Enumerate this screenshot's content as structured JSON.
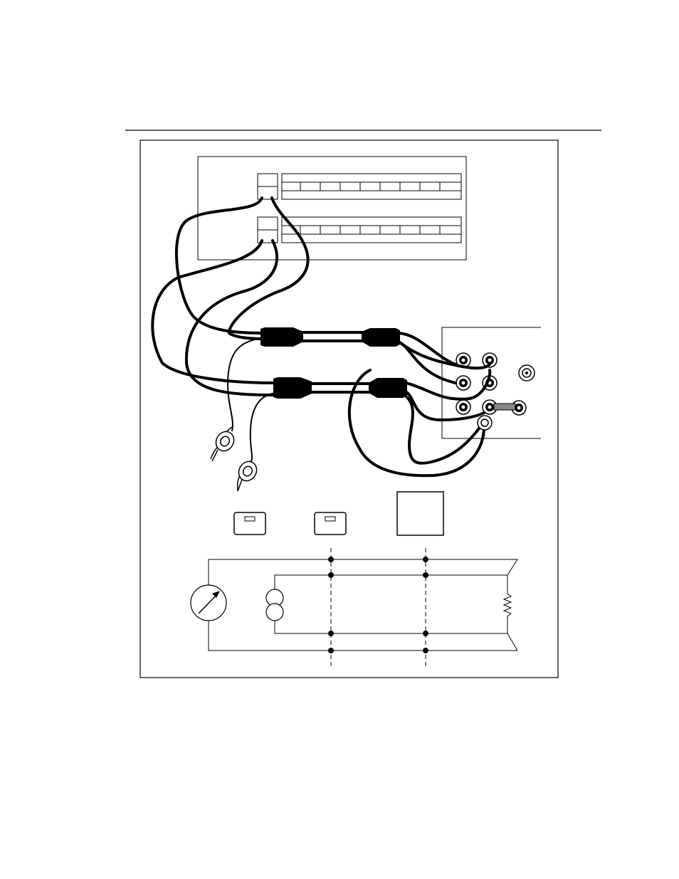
{
  "figure": {
    "kind": "wiring-diagram",
    "colors": {
      "ink": "#000000",
      "paper": "#ffffff",
      "cable": "#000000"
    },
    "switch_card_top": {
      "channels": 9
    },
    "switch_card_bottom": {
      "channels": 9
    },
    "connector_panel": {
      "binding_posts": 6,
      "bnc_jacks": 1
    },
    "meter_buttons": 2,
    "schematic": {
      "source_symbol": "current-source",
      "meter_symbol": "ohmmeter",
      "load_symbol": "resistor"
    }
  }
}
